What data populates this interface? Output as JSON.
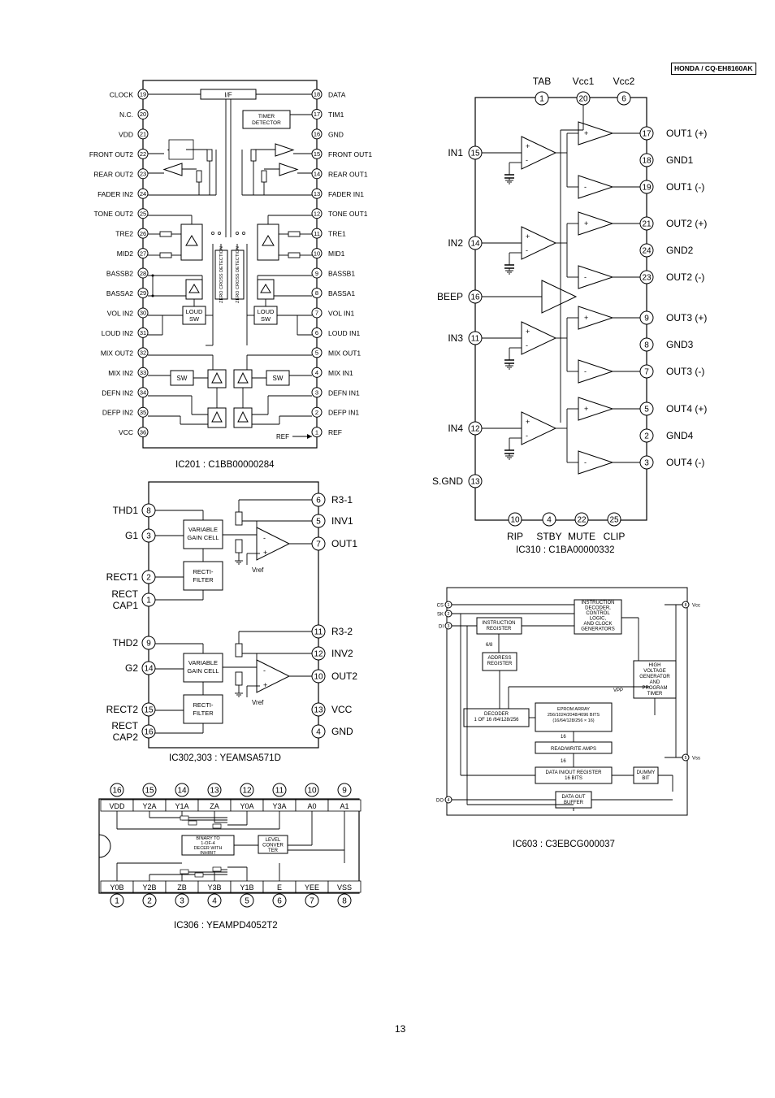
{
  "header": {
    "model": "HONDA / CQ-EH8160AK"
  },
  "page_number": "13",
  "ic201": {
    "caption": "IC201 : C1BB00000284",
    "left_pins": [
      {
        "n": "19",
        "name": "CLOCK"
      },
      {
        "n": "20",
        "name": "N.C."
      },
      {
        "n": "21",
        "name": "VDD"
      },
      {
        "n": "22",
        "name": "FRONT OUT2"
      },
      {
        "n": "23",
        "name": "REAR OUT2"
      },
      {
        "n": "24",
        "name": "FADER IN2"
      },
      {
        "n": "25",
        "name": "TONE OUT2"
      },
      {
        "n": "26",
        "name": "TRE2"
      },
      {
        "n": "27",
        "name": "MID2"
      },
      {
        "n": "28",
        "name": "BASSB2"
      },
      {
        "n": "29",
        "name": "BASSA2"
      },
      {
        "n": "30",
        "name": "VOL IN2"
      },
      {
        "n": "31",
        "name": "LOUD IN2"
      },
      {
        "n": "32",
        "name": "MIX OUT2"
      },
      {
        "n": "33",
        "name": "MIX IN2"
      },
      {
        "n": "34",
        "name": "DEFN IN2"
      },
      {
        "n": "35",
        "name": "DEFP IN2"
      },
      {
        "n": "36",
        "name": "VCC"
      }
    ],
    "right_pins": [
      {
        "n": "18",
        "name": "DATA"
      },
      {
        "n": "17",
        "name": "TIM1"
      },
      {
        "n": "16",
        "name": "GND"
      },
      {
        "n": "15",
        "name": "FRONT OUT1"
      },
      {
        "n": "14",
        "name": "REAR OUT1"
      },
      {
        "n": "13",
        "name": "FADER IN1"
      },
      {
        "n": "12",
        "name": "TONE OUT1"
      },
      {
        "n": "11",
        "name": "TRE1"
      },
      {
        "n": "10",
        "name": "MID1"
      },
      {
        "n": "9",
        "name": "BASSB1"
      },
      {
        "n": "8",
        "name": "BASSA1"
      },
      {
        "n": "7",
        "name": "VOL IN1"
      },
      {
        "n": "6",
        "name": "LOUD IN1"
      },
      {
        "n": "5",
        "name": "MIX OUT1"
      },
      {
        "n": "4",
        "name": "MIX IN1"
      },
      {
        "n": "3",
        "name": "DEFN IN1"
      },
      {
        "n": "2",
        "name": "DEFP IN1"
      },
      {
        "n": "1",
        "name": "REF"
      }
    ],
    "blocks": {
      "if": "I/F",
      "timer": [
        "TIMER",
        "DETECTOR"
      ],
      "zero_cross": "ZERO CROSS DETECTION",
      "loud": [
        "LOUD",
        "SW"
      ],
      "sw": "SW",
      "ref": "REF"
    }
  },
  "ic310": {
    "caption": "IC310 : C1BA00000332",
    "top_pins": [
      {
        "n": "1",
        "name": "TAB"
      },
      {
        "n": "20",
        "name": "Vcc1"
      },
      {
        "n": "6",
        "name": "Vcc2"
      }
    ],
    "left_pins": [
      {
        "n": "15",
        "name": "IN1"
      },
      {
        "n": "14",
        "name": "IN2"
      },
      {
        "n": "16",
        "name": "BEEP"
      },
      {
        "n": "11",
        "name": "IN3"
      },
      {
        "n": "12",
        "name": "IN4"
      },
      {
        "n": "13",
        "name": "S.GND"
      }
    ],
    "right_pins": [
      {
        "n": "17",
        "name": "OUT1 (+)"
      },
      {
        "n": "18",
        "name": "GND1"
      },
      {
        "n": "19",
        "name": "OUT1 (-)"
      },
      {
        "n": "21",
        "name": "OUT2 (+)"
      },
      {
        "n": "24",
        "name": "GND2"
      },
      {
        "n": "23",
        "name": "OUT2 (-)"
      },
      {
        "n": "9",
        "name": "OUT3 (+)"
      },
      {
        "n": "8",
        "name": "GND3"
      },
      {
        "n": "7",
        "name": "OUT3 (-)"
      },
      {
        "n": "5",
        "name": "OUT4 (+)"
      },
      {
        "n": "2",
        "name": "GND4"
      },
      {
        "n": "3",
        "name": "OUT4 (-)"
      }
    ],
    "bottom_pins": [
      {
        "n": "10",
        "name": "RIP"
      },
      {
        "n": "4",
        "name": "STBY"
      },
      {
        "n": "22",
        "name": "MUTE"
      },
      {
        "n": "25",
        "name": "CLIP"
      }
    ]
  },
  "ic302": {
    "caption": "IC302,303 : YEAMSA571D",
    "left_pins": [
      {
        "n": "8",
        "name": "THD1"
      },
      {
        "n": "3",
        "name": "G1"
      },
      {
        "n": "2",
        "name": "RECT1"
      },
      {
        "n": "1",
        "name": "RECT\nCAP1"
      },
      {
        "n": "9",
        "name": "THD2"
      },
      {
        "n": "14",
        "name": "G2"
      },
      {
        "n": "15",
        "name": "RECT2"
      },
      {
        "n": "16",
        "name": "RECT\nCAP2"
      }
    ],
    "right_pins": [
      {
        "n": "6",
        "name": "R3-1"
      },
      {
        "n": "5",
        "name": "INV1"
      },
      {
        "n": "7",
        "name": "OUT1"
      },
      {
        "n": "11",
        "name": "R3-2"
      },
      {
        "n": "12",
        "name": "INV2"
      },
      {
        "n": "10",
        "name": "OUT2"
      },
      {
        "n": "13",
        "name": "VCC"
      },
      {
        "n": "4",
        "name": "GND"
      }
    ],
    "blocks": {
      "vgc": [
        "VARIABLE",
        "GAIN CELL"
      ],
      "rect": [
        "RECTI-",
        "FILTER"
      ],
      "vref": "Vref"
    }
  },
  "ic306": {
    "caption": "IC306 : YEAMPD4052T2",
    "top_pins": [
      {
        "n": "16",
        "name": "VDD"
      },
      {
        "n": "15",
        "name": "Y2A"
      },
      {
        "n": "14",
        "name": "Y1A"
      },
      {
        "n": "13",
        "name": "ZA"
      },
      {
        "n": "12",
        "name": "Y0A"
      },
      {
        "n": "11",
        "name": "Y3A"
      },
      {
        "n": "10",
        "name": "A0"
      },
      {
        "n": "9",
        "name": "A1"
      }
    ],
    "bottom_pins": [
      {
        "n": "1",
        "name": "Y0B"
      },
      {
        "n": "2",
        "name": "Y2B"
      },
      {
        "n": "3",
        "name": "ZB"
      },
      {
        "n": "4",
        "name": "Y3B"
      },
      {
        "n": "5",
        "name": "Y1B"
      },
      {
        "n": "6",
        "name": "E"
      },
      {
        "n": "7",
        "name": "YEE"
      },
      {
        "n": "8",
        "name": "VSS"
      }
    ],
    "blocks": {
      "decoder": [
        "BINARY TO",
        "1-OF-4",
        "DECER WITH",
        "INHIBIT"
      ],
      "level": [
        "LEVEL",
        "CONVER",
        "TER"
      ]
    }
  },
  "ic603": {
    "caption": "IC603 : C3EBCG000037",
    "pins": [
      {
        "n": "1",
        "name": "CS"
      },
      {
        "n": "2",
        "name": "SK"
      },
      {
        "n": "3",
        "name": "DI"
      },
      {
        "n": "4",
        "name": "DO"
      },
      {
        "n": "8",
        "name": "Vcc"
      },
      {
        "n": "5",
        "name": "Vss"
      }
    ],
    "blocks": {
      "instr_reg": [
        "INSTRUCTION",
        "REGISTER"
      ],
      "decoder_ctl": [
        "INSTRUCTION",
        "DECODER,",
        "CONTROL",
        "LOGIC,",
        "AND CLOCK",
        "GENERATORS"
      ],
      "addr_reg": [
        "ADDRESS",
        "REGISTER"
      ],
      "hv": [
        "HIGH",
        "VOLTAGE",
        "GENERATOR",
        "AND",
        "PROGRAM",
        "TIMER"
      ],
      "decoder": [
        "DECODER",
        "1 OF 16 /64/128/256"
      ],
      "eprom": [
        "EPROM ARRAY",
        "256/1024/2048/4096 BITS",
        "(16/64/128/256 × 16)"
      ],
      "rw": "READ/WRITE AMPS",
      "dio": [
        "DATA IN/OUT REGISTER",
        "16 BITS"
      ],
      "dummy": [
        "DUMMY",
        "BIT"
      ],
      "dout": [
        "DATA OUT",
        "BUFFER"
      ],
      "vpp": "VPP",
      "bus68": "6/8",
      "bus16a": "16",
      "bus16b": "16"
    }
  }
}
